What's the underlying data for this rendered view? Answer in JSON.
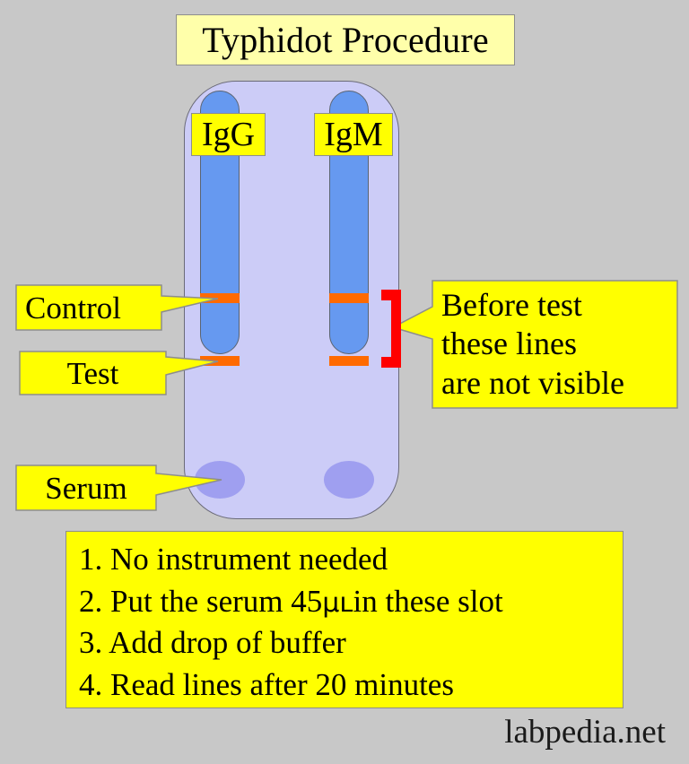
{
  "title": {
    "text": "Typhidot Procedure"
  },
  "device": {
    "name": "typhidot-test-cassette",
    "strips": [
      {
        "id": "igg",
        "label": "IgG"
      },
      {
        "id": "igm",
        "label": "IgM"
      }
    ],
    "lines": [
      {
        "id": "control",
        "label": "Control"
      },
      {
        "id": "test",
        "label": "Test"
      }
    ],
    "well_label": "Serum"
  },
  "callouts": {
    "control": "Control",
    "test": "Test",
    "serum": "Serum",
    "before_test": {
      "line1": "Before test",
      "line2": "these lines",
      "line3": "are not visible"
    }
  },
  "instructions": [
    {
      "num": "1.",
      "text": "No instrument needed"
    },
    {
      "num": "2.",
      "pre": "Put the serum 45",
      "unit": "μʟ",
      "post": "in these slot"
    },
    {
      "num": "3.",
      "text": "Add drop of buffer"
    },
    {
      "num": "4.",
      "text": "Read lines after 20 minutes"
    }
  ],
  "watermark": "labpedia.net",
  "colors": {
    "background": "#c8c8c8",
    "title_box": "#ffffaa",
    "label_yellow": "#ffff00",
    "cassette_body": "#ccccf7",
    "strip_blue": "#6699f0",
    "well_purple": "#9f9ff0",
    "line_orange": "#ff6a00",
    "bracket_red": "#ff0000",
    "border_gray": "#8d8d8d"
  }
}
